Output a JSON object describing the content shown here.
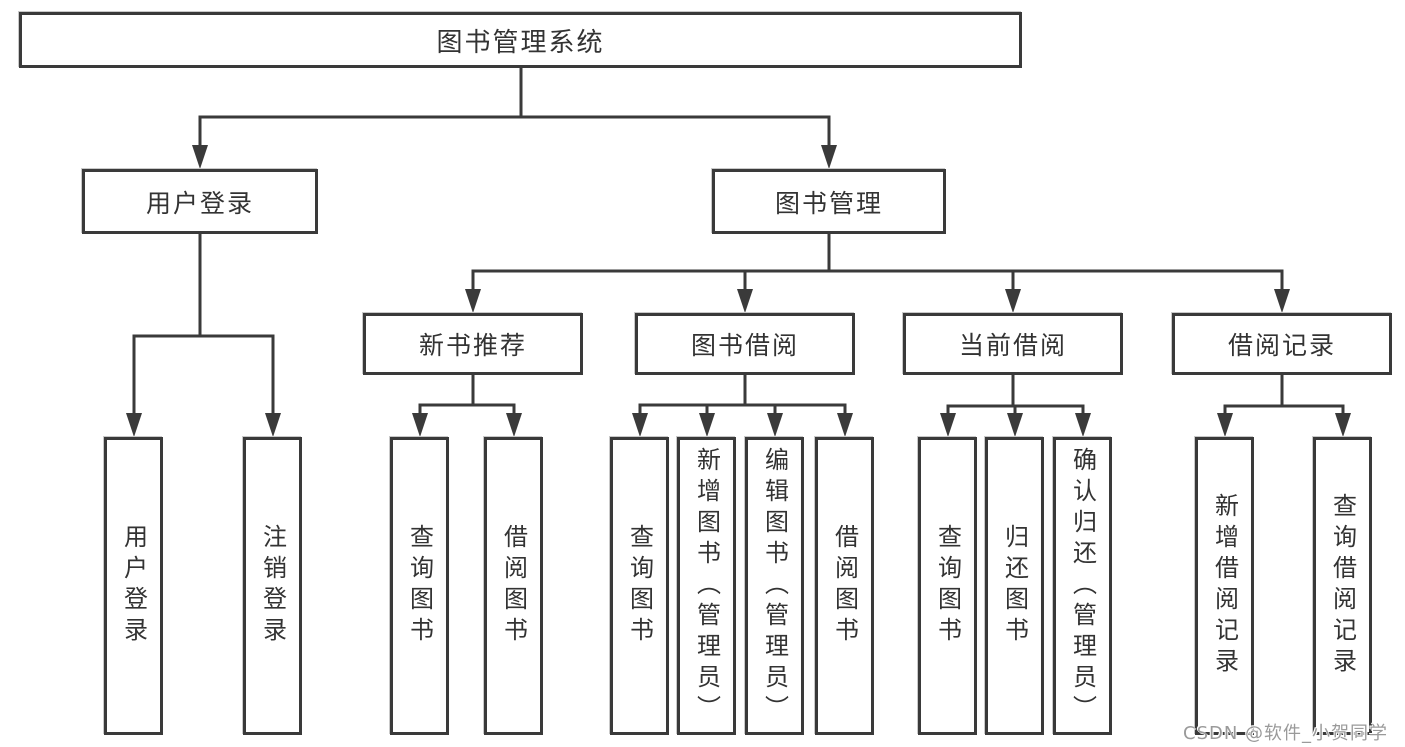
{
  "diagram": {
    "type": "hierarchy-tree",
    "colors": {
      "line": "#3a3a3a",
      "border": "#3a3a3a",
      "text": "#333333",
      "background": "#ffffff",
      "watermark": "#9a9a9a"
    },
    "watermark": {
      "text": "CSDN @软件_小贺同学"
    },
    "tree": {
      "root": {
        "label": "图书管理系统",
        "children": [
          {
            "label": "用户登录",
            "children": [
              {
                "label": "用户登录"
              },
              {
                "label": "注销登录"
              }
            ]
          },
          {
            "label": "图书管理",
            "children": [
              {
                "label": "新书推荐",
                "children": [
                  {
                    "label": "查询图书"
                  },
                  {
                    "label": "借阅图书"
                  }
                ]
              },
              {
                "label": "图书借阅",
                "children": [
                  {
                    "label": "查询图书"
                  },
                  {
                    "label": "新增图书（管理员）"
                  },
                  {
                    "label": "编辑图书（管理员）"
                  },
                  {
                    "label": "借阅图书"
                  }
                ]
              },
              {
                "label": "当前借阅",
                "children": [
                  {
                    "label": "查询图书"
                  },
                  {
                    "label": "归还图书"
                  },
                  {
                    "label": "确认归还（管理员）"
                  }
                ]
              },
              {
                "label": "借阅记录",
                "children": [
                  {
                    "label": "新增借阅记录"
                  },
                  {
                    "label": "查询借阅记录"
                  }
                ]
              }
            ]
          }
        ]
      }
    }
  }
}
